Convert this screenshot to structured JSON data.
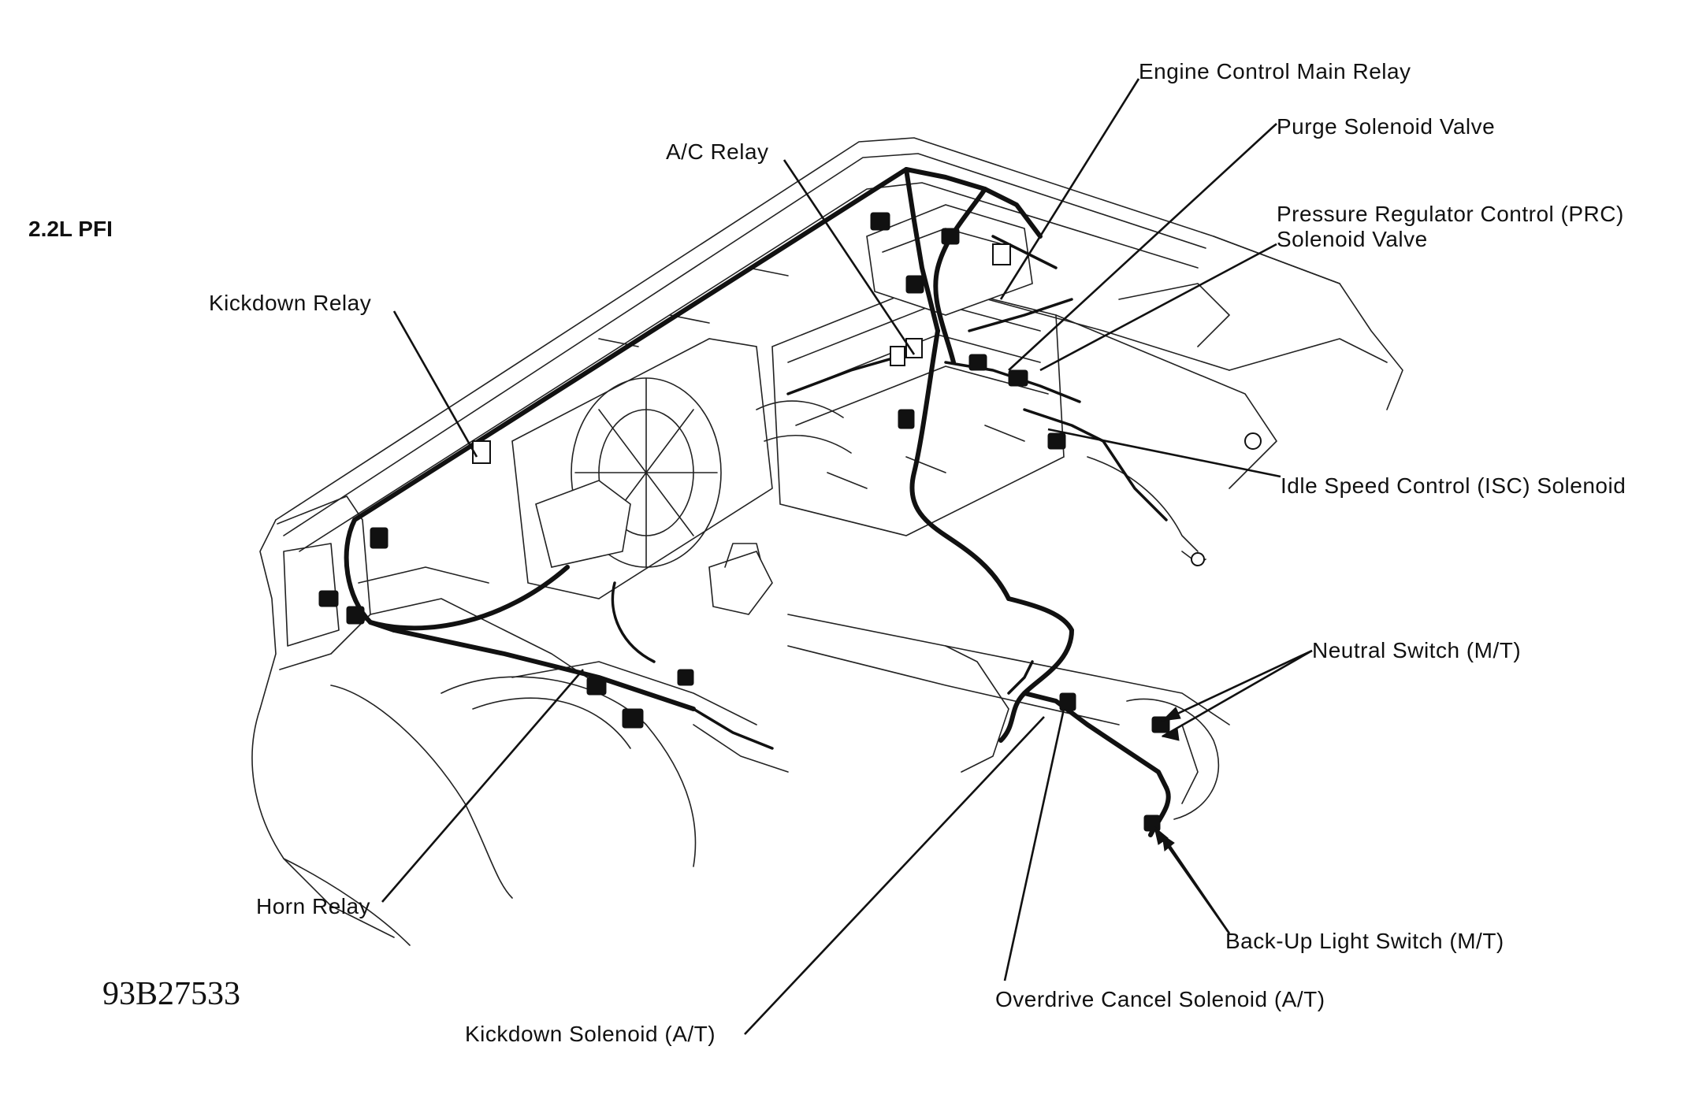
{
  "title": "2.2L PFI",
  "figure_code": "93B27533",
  "labels": {
    "engine_control_main_relay": "Engine Control Main Relay",
    "purge_solenoid_valve": "Purge Solenoid Valve",
    "prc_line1": "Pressure Regulator Control (PRC)",
    "prc_line2": "Solenoid Valve",
    "ac_relay": "A/C Relay",
    "kickdown_relay": "Kickdown Relay",
    "isc_solenoid": "Idle Speed Control (ISC) Solenoid",
    "neutral_switch": "Neutral Switch (M/T)",
    "backup_light_switch": "Back-Up Light Switch (M/T)",
    "overdrive_cancel_solenoid": "Overdrive Cancel Solenoid (A/T)",
    "kickdown_solenoid": "Kickdown Solenoid (A/T)",
    "horn_relay": "Horn Relay"
  },
  "colors": {
    "ink": "#111111",
    "background": "#ffffff"
  }
}
